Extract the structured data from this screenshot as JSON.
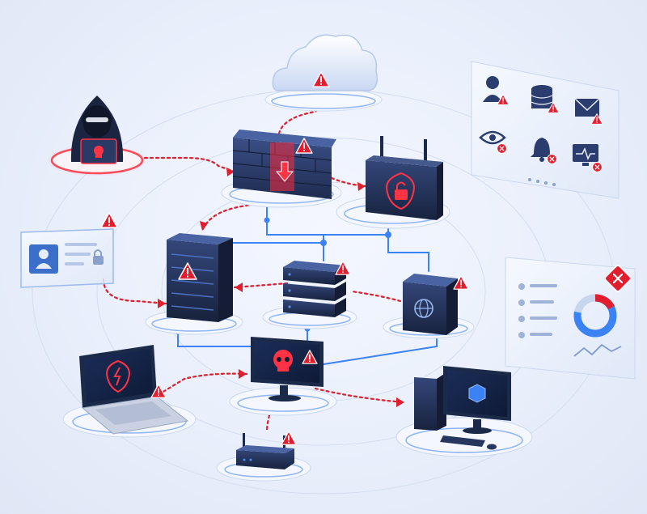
{
  "colors": {
    "background": "#eef2fb",
    "device_dark": "#1c2a4a",
    "device_mid": "#2c3e66",
    "accent_blue": "#3b82f6",
    "alert_red": "#e11d2e",
    "platform": "#f3f6fd",
    "panel": "#e8eef9"
  },
  "nodes": [
    {
      "id": "cloud",
      "icon": "cloud-icon",
      "alert": true
    },
    {
      "id": "hacker",
      "icon": "hacker-icon",
      "alert": true
    },
    {
      "id": "firewall",
      "icon": "firewall-icon",
      "alert": true
    },
    {
      "id": "router-lock",
      "icon": "router-lock-icon",
      "alert": false
    },
    {
      "id": "id-card",
      "icon": "id-card-lock-icon",
      "alert": true
    },
    {
      "id": "server-tower",
      "icon": "server-tower-icon",
      "alert": true
    },
    {
      "id": "server-stack",
      "icon": "server-stack-icon",
      "alert": true
    },
    {
      "id": "web-server",
      "icon": "globe-server-icon",
      "alert": true
    },
    {
      "id": "laptop",
      "icon": "laptop-shield-icon",
      "alert": true
    },
    {
      "id": "infected-monitor",
      "icon": "skull-monitor-icon",
      "alert": true
    },
    {
      "id": "desktop",
      "icon": "desktop-cube-icon",
      "alert": false
    },
    {
      "id": "wifi-router",
      "icon": "wifi-router-icon",
      "alert": true
    }
  ],
  "threat_grid": [
    {
      "icon": "user-icon",
      "status": "warning"
    },
    {
      "icon": "database-icon",
      "status": "warning"
    },
    {
      "icon": "mail-icon",
      "status": "warning"
    },
    {
      "icon": "eye-icon",
      "status": "blocked"
    },
    {
      "icon": "bell-icon",
      "status": "blocked"
    },
    {
      "icon": "monitor-pulse-icon",
      "status": "blocked"
    }
  ],
  "dashboard": {
    "icon": "donut-chart-icon",
    "badge": "blocked-badge-icon",
    "donut_fraction": 0.78
  }
}
